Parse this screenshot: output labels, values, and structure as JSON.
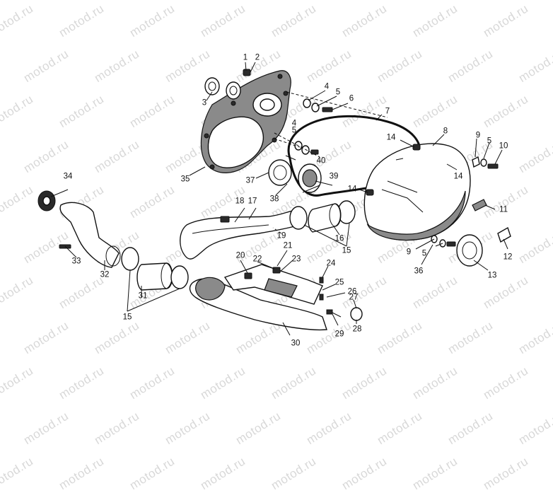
{
  "watermark": "motod.ru",
  "callouts": [
    "1",
    "2",
    "3",
    "4",
    "5",
    "6",
    "7",
    "8",
    "9",
    "5",
    "10",
    "14",
    "4",
    "5",
    "40",
    "14",
    "39",
    "34",
    "37",
    "38",
    "14",
    "11",
    "18",
    "17",
    "19",
    "16",
    "15",
    "12",
    "33",
    "32",
    "20",
    "21",
    "22",
    "23",
    "9",
    "5",
    "36",
    "13",
    "24",
    "25",
    "26",
    "27",
    "31",
    "15",
    "28",
    "29",
    "30",
    "35"
  ]
}
